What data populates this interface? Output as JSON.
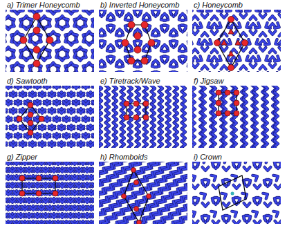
{
  "diagram": {
    "labels": [
      "a) Trimer Honeycomb",
      "b) Inverted Honeycomb",
      "c) Honeycomb",
      "d) Sawtooth",
      "e) Tiretrack/Wave",
      "f) Jigsaw",
      "g) Zipper",
      "h) Rhomboids",
      "i) Crown"
    ]
  }
}
